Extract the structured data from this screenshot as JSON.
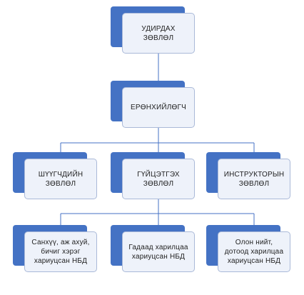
{
  "diagram": {
    "type": "org-chart",
    "colors": {
      "accent": "#4472c4",
      "card_fill": "#eef2fa",
      "card_border": "#aab9d8",
      "connector": "#4472c4",
      "text": "#1f1f1f"
    },
    "nodes": [
      {
        "id": "board",
        "label": "УДИРДАХ\nЗӨВЛӨЛ",
        "parent": null
      },
      {
        "id": "president",
        "label": "ЕРӨНХИЙЛӨГЧ",
        "parent": "board"
      },
      {
        "id": "advisory",
        "label": "ШҮҮГЧДИЙН\nЗӨВЛӨЛ",
        "parent": "president"
      },
      {
        "id": "executive",
        "label": "ГҮЙЦЭТГЭХ\nЗӨВЛӨЛ",
        "parent": "president"
      },
      {
        "id": "instructor",
        "label": "ИНСТРУКТОРЫН\nЗӨВЛӨЛ",
        "parent": "president"
      },
      {
        "id": "finance",
        "label": "Санхүү, аж ахуй,\nбичиг хэрэг\nхариуцсан НБД",
        "parent": "executive"
      },
      {
        "id": "foreign",
        "label": "Гадаад харилцаа\nхариуцсан НБД",
        "parent": "executive"
      },
      {
        "id": "public",
        "label": "Олон нийт,\nдотоод харилцаа\nхариуцсан НБД",
        "parent": "executive"
      }
    ]
  }
}
